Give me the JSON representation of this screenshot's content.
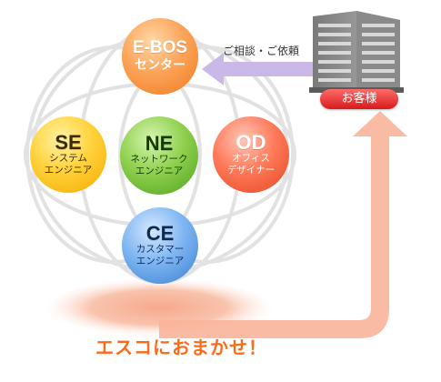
{
  "nodes": {
    "ebos": {
      "title": "E-BOS",
      "subtitle": "センター"
    },
    "se": {
      "title": "SE",
      "subtitle": "システム\nエンジニア"
    },
    "ne": {
      "title": "NE",
      "subtitle": "ネットワーク\nエンジニア"
    },
    "od": {
      "title": "OD",
      "subtitle": "オフィス\nデザイナー"
    },
    "ce": {
      "title": "CE",
      "subtitle": "カスタマー\nエンジニア"
    }
  },
  "consult_label": "ご相談・ご依頼",
  "customer_label": "お客様",
  "slogan": "エスコにおまかせ！",
  "colors": {
    "ebos": "#f5892e",
    "se": "#ffc61a",
    "ne": "#6cc038",
    "od": "#f5603a",
    "ce": "#5a9be6",
    "arrow_request": "#c9b8e8",
    "arrow_return": "#f9b49a",
    "slogan": "#ff6a16",
    "customer_badge": "#e02a2a"
  },
  "icons": [
    "building-icon"
  ]
}
